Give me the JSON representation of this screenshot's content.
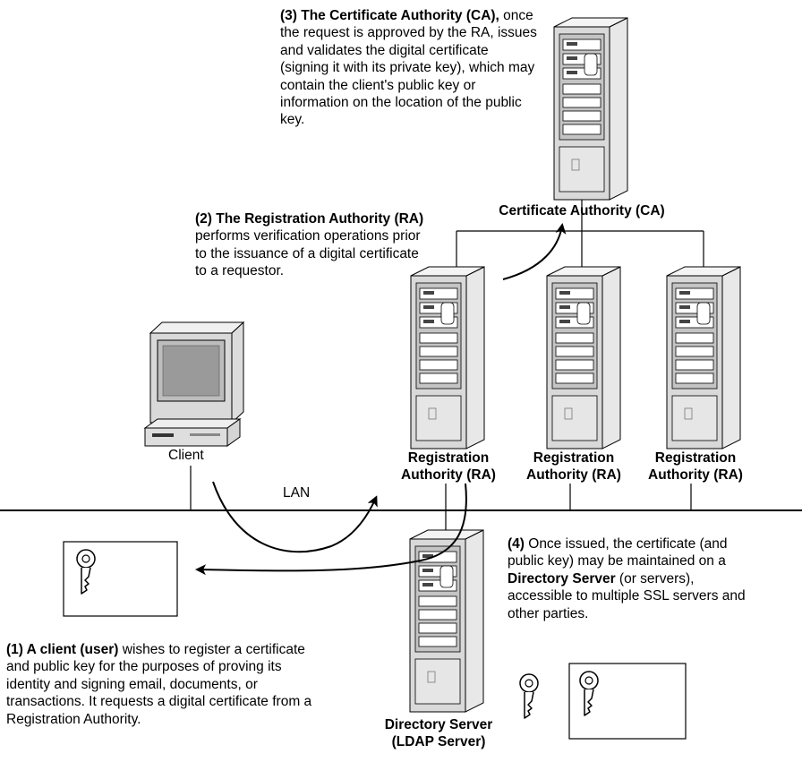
{
  "step3": {
    "bold": "(3) The Certificate Authority (CA),",
    "text": " once the request is approved by the RA, issues and validates the digital certificate (signing it with its private key), which may contain the client's public key or information on the location of the public key."
  },
  "step2": {
    "bold": "(2) The Registration Authority (RA)",
    "text": " performs verification operations prior to the issuance of a digital certificate to a requestor."
  },
  "step1": {
    "bold": "(1) A client (user)",
    "text": " wishes to register a certificate and public key for the purposes of proving its identity and signing email, documents, or transactions. It requests a digital certificate from a Registration Authority."
  },
  "step4": {
    "bold_prefix": "(4)",
    "text1": " Once issued, the certificate (and public key) may be maintained on a ",
    "bold_mid": "Directory Server",
    "text2": " (or servers), accessible to multiple SSL servers and other parties."
  },
  "labels": {
    "ca": "Certificate Authority (CA)",
    "ra": [
      "Registration Authority (RA)",
      "Registration Authority (RA)",
      "Registration Authority (RA)"
    ],
    "client": "Client",
    "lan": "LAN",
    "directory_line1": "Directory Server",
    "directory_line2": "(LDAP Server)"
  },
  "icons": [
    "server-tower-icon",
    "computer-monitor-icon",
    "key-icon",
    "certificate-icon",
    "curved-arrow-icon"
  ]
}
